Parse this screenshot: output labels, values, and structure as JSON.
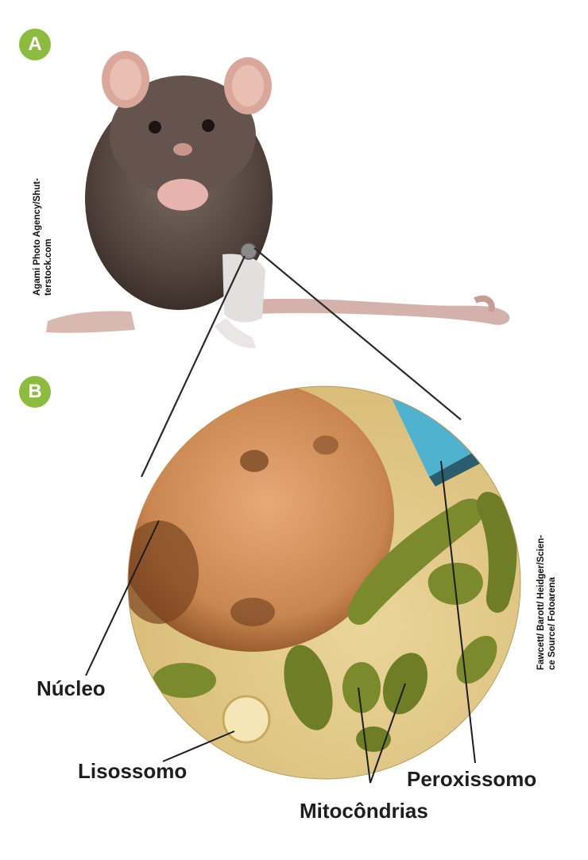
{
  "badges": {
    "a": "A",
    "b": "B"
  },
  "credits": {
    "mouse": [
      "Agami Photo Agency/Shut-",
      "terstock.com"
    ],
    "micrograph": [
      "Fawcett/ Barott/ Heidger/Scien-",
      "ce Source/ Fotoarena"
    ]
  },
  "labels": {
    "nucleus": "Núcleo",
    "lysosome": "Lisossomo",
    "mitochondria": "Mitocôndrias",
    "peroxisome": "Peroxissomo"
  },
  "colors": {
    "badge": "#8cbb3f",
    "nucleus": "#c9854e",
    "cytoplasm": "#e2c98a",
    "mitochondria": "#7c8a2e",
    "peroxisome": "#4fb3cf",
    "lysosome": "#f5e6b8",
    "mouse_fur": "#5a4a44"
  }
}
